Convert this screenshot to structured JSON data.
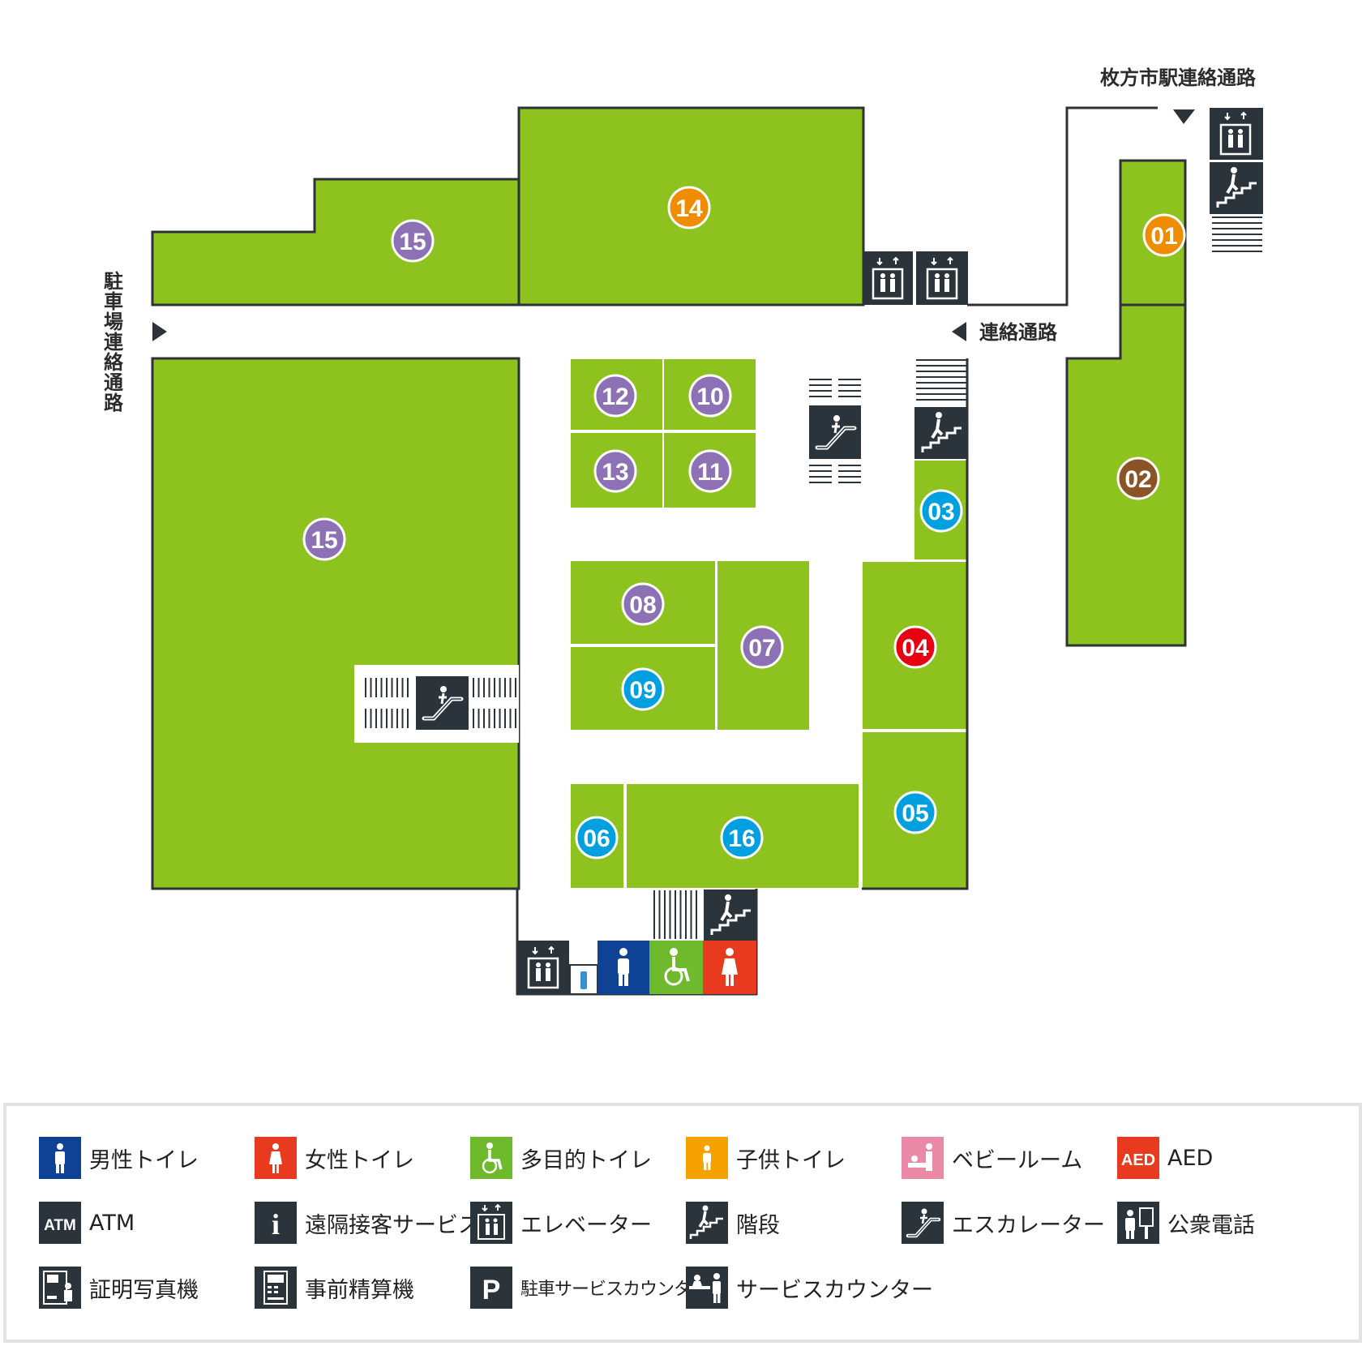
{
  "map": {
    "walkways": {
      "parking_link": "駐車場連絡通路",
      "station_link": "枚方市駅連絡通路",
      "link": "連絡通路"
    },
    "shops": [
      {
        "id": "01",
        "label": "01",
        "color": "#f08c00"
      },
      {
        "id": "02",
        "label": "02",
        "color": "#8a5426"
      },
      {
        "id": "03",
        "label": "03",
        "color": "#00a0e0"
      },
      {
        "id": "04",
        "label": "04",
        "color": "#e60012"
      },
      {
        "id": "05",
        "label": "05",
        "color": "#00a0e0"
      },
      {
        "id": "06",
        "label": "06",
        "color": "#00a0e0"
      },
      {
        "id": "07",
        "label": "07",
        "color": "#8c72b4"
      },
      {
        "id": "08",
        "label": "08",
        "color": "#8c72b4"
      },
      {
        "id": "09",
        "label": "09",
        "color": "#00a0e0"
      },
      {
        "id": "10",
        "label": "10",
        "color": "#8c72b4"
      },
      {
        "id": "11",
        "label": "11",
        "color": "#8c72b4"
      },
      {
        "id": "12",
        "label": "12",
        "color": "#8c72b4"
      },
      {
        "id": "13",
        "label": "13",
        "color": "#8c72b4"
      },
      {
        "id": "14",
        "label": "14",
        "color": "#f08c00"
      },
      {
        "id": "15a",
        "label": "15",
        "color": "#8c72b4"
      },
      {
        "id": "15b",
        "label": "15",
        "color": "#8c72b4"
      },
      {
        "id": "16",
        "label": "16",
        "color": "#00a0e0"
      }
    ],
    "colors": {
      "floor": "#8dc21f",
      "outline": "#2d3238",
      "facility_dark": "#2b333b",
      "mens": "#0d4295",
      "womens": "#e83a1f",
      "multipurpose": "#6fb92c",
      "kids": "#f5a200",
      "baby": "#ea8aa6",
      "aed": "#e83a1f"
    }
  },
  "legend": {
    "items": [
      {
        "key": "mens",
        "icon": "mens-toilet-icon",
        "label": "男性トイレ"
      },
      {
        "key": "womens",
        "icon": "womens-toilet-icon",
        "label": "女性トイレ"
      },
      {
        "key": "multi",
        "icon": "multipurpose-toilet-icon",
        "label": "多目的トイレ"
      },
      {
        "key": "kids",
        "icon": "kids-toilet-icon",
        "label": "子供トイレ"
      },
      {
        "key": "baby",
        "icon": "baby-room-icon",
        "label": "ベビールーム"
      },
      {
        "key": "aed",
        "icon": "aed-icon",
        "icon_text": "AED",
        "label": "AED"
      },
      {
        "key": "atm",
        "icon": "atm-icon",
        "icon_text": "ATM",
        "label": "ATM"
      },
      {
        "key": "remote",
        "icon": "info-icon",
        "icon_text": "i",
        "label": "遠隔接客サービス"
      },
      {
        "key": "elevator",
        "icon": "elevator-icon",
        "label": "エレベーター"
      },
      {
        "key": "stairs",
        "icon": "stairs-icon",
        "label": "階段"
      },
      {
        "key": "escalator",
        "icon": "escalator-icon",
        "label": "エスカレーター"
      },
      {
        "key": "phone",
        "icon": "public-phone-icon",
        "label": "公衆電話"
      },
      {
        "key": "photo",
        "icon": "photo-booth-icon",
        "label": "証明写真機"
      },
      {
        "key": "payment",
        "icon": "payment-machine-icon",
        "label": "事前精算機"
      },
      {
        "key": "parking",
        "icon": "parking-icon",
        "icon_text": "P",
        "label": "駐車サービスカウンター"
      },
      {
        "key": "service",
        "icon": "service-counter-icon",
        "label": "サービスカウンター"
      }
    ]
  }
}
